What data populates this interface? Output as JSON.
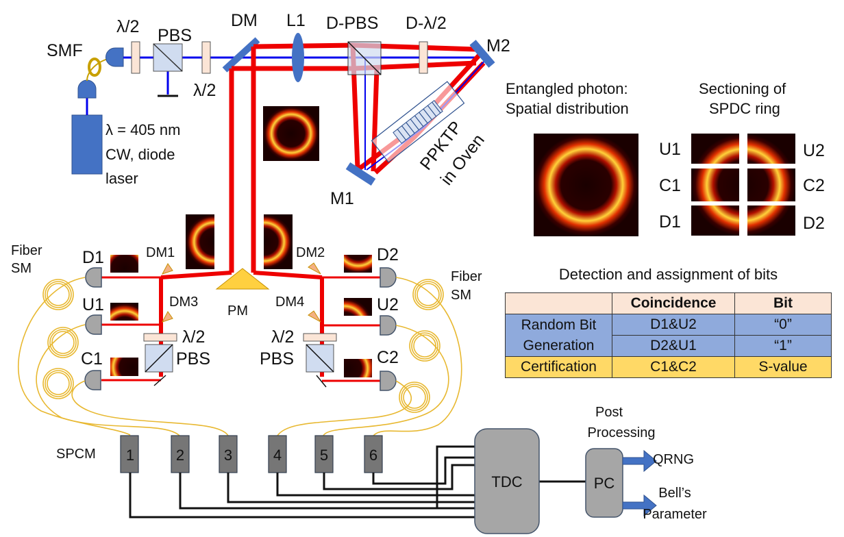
{
  "source_labels": {
    "smf": "SMF",
    "laser_line1": "λ = 405 nm",
    "laser_line2": "CW, diode",
    "laser_line3": "laser",
    "hwp1": "λ/2",
    "pbs": "PBS",
    "hwp2": "λ/2",
    "dm": "DM",
    "l1": "L1",
    "dpbs": "D-PBS",
    "dhwp": "D-λ/2",
    "m2": "M2",
    "m1": "M1",
    "ppktp_line1": "PPKTP",
    "ppktp_line2": "in Oven"
  },
  "spatial": {
    "title_line1": "Entangled photon:",
    "title_line2": "Spatial distribution",
    "sect_title_line1": "Sectioning of",
    "sect_title_line2": "SPDC ring",
    "sections_left": [
      "U1",
      "C1",
      "D1"
    ],
    "sections_right": [
      "U2",
      "C2",
      "D2"
    ]
  },
  "detection": {
    "fiber_left_line1": "Fiber",
    "fiber_left_line2": "SM",
    "fiber_right_line1": "Fiber",
    "fiber_right_line2": "SM",
    "left_detectors": [
      "D1",
      "U1",
      "C1"
    ],
    "right_detectors": [
      "D2",
      "U2",
      "C2"
    ],
    "dm1": "DM1",
    "dm2": "DM2",
    "dm3": "DM3",
    "dm4": "DM4",
    "pm": "PM",
    "hwp_left": "λ/2",
    "pbs_left": "PBS",
    "hwp_right": "λ/2",
    "pbs_right": "PBS"
  },
  "electronics": {
    "spcm_label": "SPCM",
    "spcm_channels": [
      "1",
      "2",
      "3",
      "4",
      "5",
      "6"
    ],
    "tdc": "TDC",
    "pc": "PC",
    "post_line1": "Post",
    "post_line2": "Processing",
    "out1": "QRNG",
    "out2_line1": "Bell’s",
    "out2_line2": "Parameter"
  },
  "table": {
    "title": "Detection and assignment of bits",
    "headers": [
      "",
      "Coincidence",
      "Bit"
    ],
    "group1_line1": "Random Bit",
    "group1_line2": "Generation",
    "rows": [
      {
        "coincidence": "D1&U2",
        "bit": "“0”"
      },
      {
        "coincidence": "D2&U1",
        "bit": "“1”"
      },
      {
        "label": "Certification",
        "coincidence": "C1&C2",
        "bit": "S-value"
      }
    ]
  },
  "colors": {
    "pump_blue": "#0000ee",
    "spdc_red": "#ee0000",
    "component_blue": "#4472c4",
    "fiber_gold": "#e8b830",
    "detector_gray": "#a6a6a6",
    "spcm_gray": "#767676"
  }
}
